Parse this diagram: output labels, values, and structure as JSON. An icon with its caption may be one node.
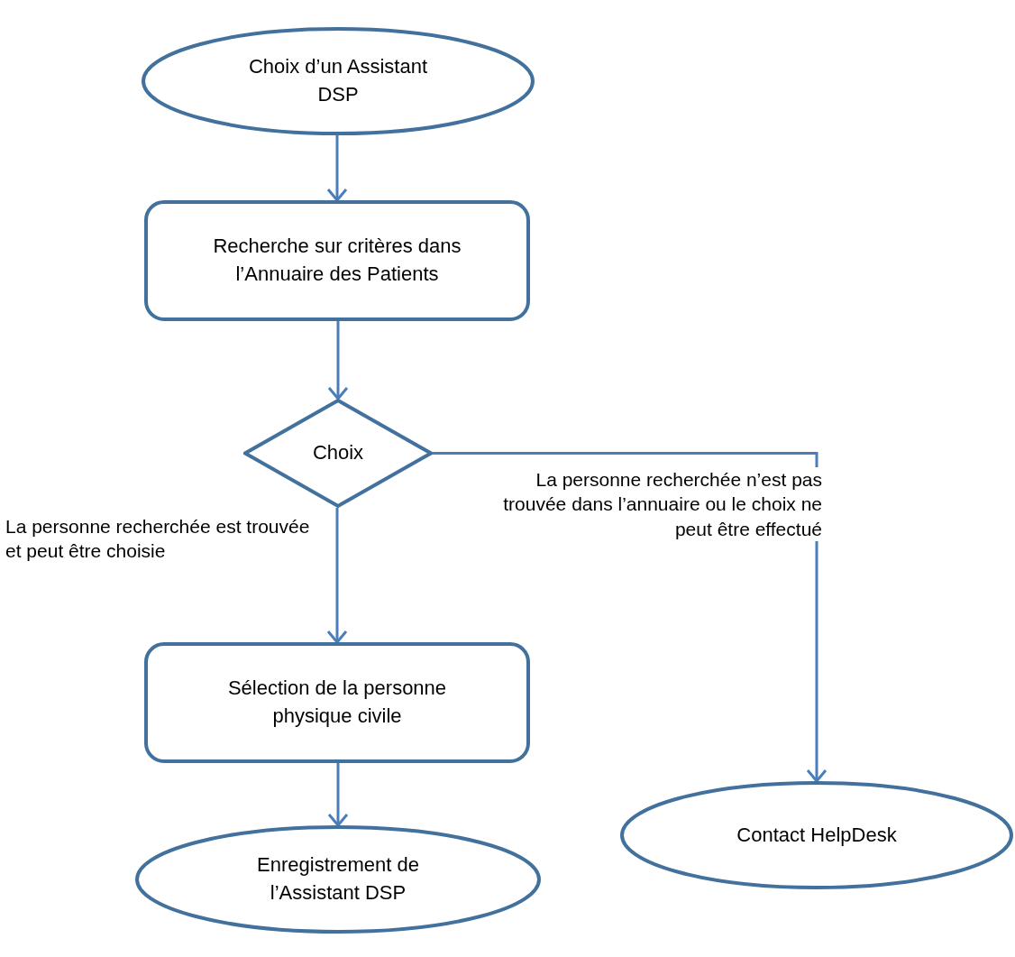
{
  "diagram": {
    "nodes": [
      {
        "text": [
          "Choix d’un Assistant DSP"
        ]
      },
      {
        "text": [
          "Recherche sur critères dans l’Annuaire des Patients"
        ]
      },
      {
        "text": [
          "Choix"
        ]
      },
      {
        "text": [
          "Sélection de la personne physique civile"
        ]
      },
      {
        "text": [
          "Enregistrement de l’Assistant DSP"
        ]
      },
      {
        "text": [
          "Contact HelpDesk"
        ]
      }
    ],
    "edges": [
      {
        "from": 0,
        "to": 1,
        "arrow": "to"
      },
      {
        "from": 1,
        "to": 2,
        "arrow": "to"
      },
      {
        "from": 2,
        "to": 3,
        "arrow": "to",
        "label": "La personne recherchée est trouvée et peut être choisie"
      },
      {
        "from": 2,
        "to": 5,
        "arrow": "to",
        "label": "La personne recherchée n’est pas trouvée dans l’annuaire ou le choix ne peut être effectué"
      },
      {
        "from": 3,
        "to": 4,
        "arrow": "to"
      }
    ]
  }
}
